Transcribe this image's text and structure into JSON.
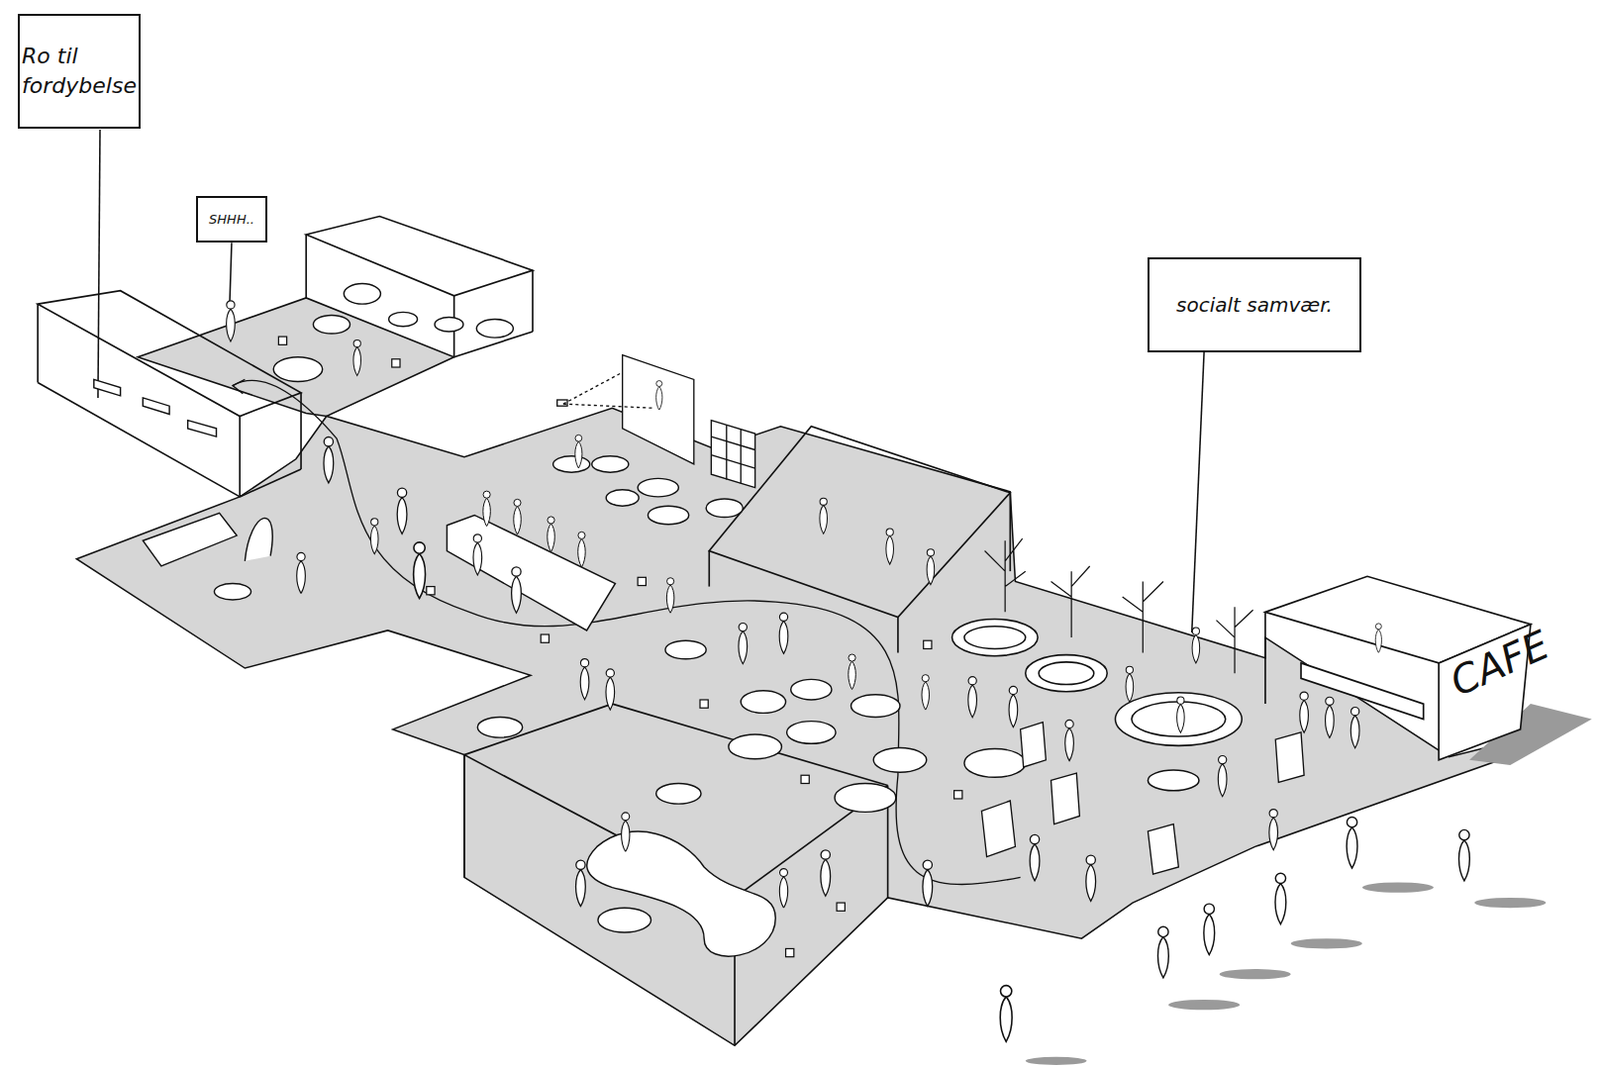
{
  "diagram": {
    "nodes": [
      {
        "text": [
          "Ro til fordybelse"
        ]
      },
      {
        "text": [
          "SHHH.."
        ]
      },
      {
        "text": [
          "socialt samvær."
        ]
      }
    ],
    "labels": [
      "CAFE"
    ]
  }
}
